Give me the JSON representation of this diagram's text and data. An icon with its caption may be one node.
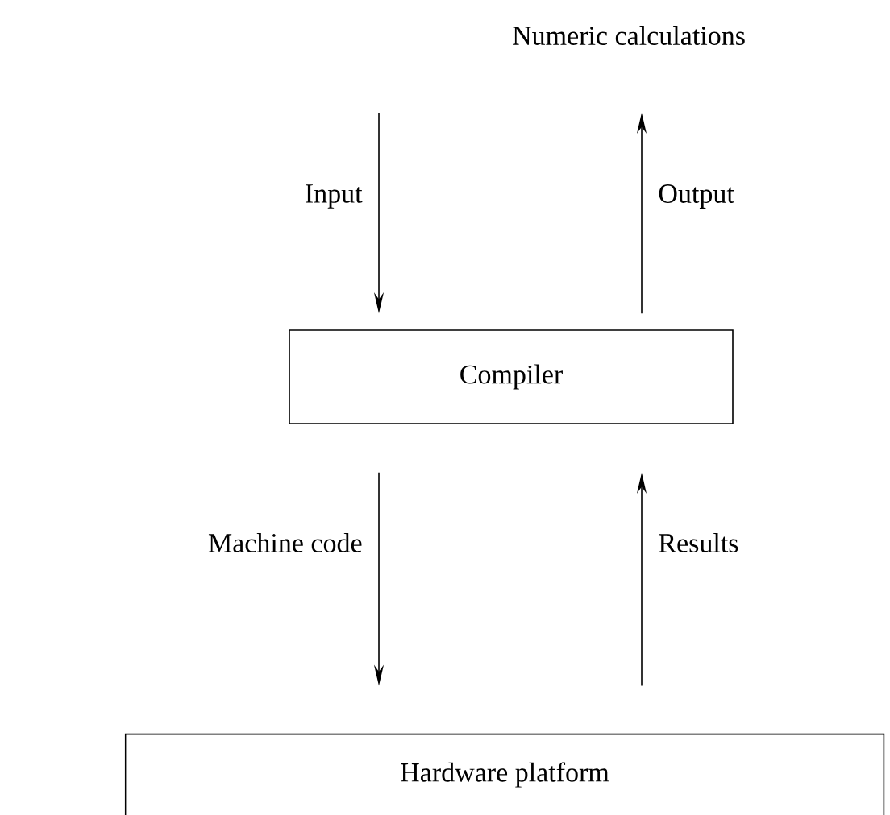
{
  "diagram": {
    "nodes": [
      {
        "text": [
          "Compiler"
        ]
      },
      {
        "text": [
          "Hardware platform"
        ]
      }
    ],
    "edges": [
      {
        "from": null,
        "to": 0,
        "arrow": "to",
        "label": "Input"
      },
      {
        "from": 0,
        "to": null,
        "arrow": "to",
        "label": "Output"
      },
      {
        "from": 0,
        "to": 1,
        "arrow": "to",
        "label": "Machine code"
      },
      {
        "from": 1,
        "to": 0,
        "arrow": "to",
        "label": "Results"
      }
    ],
    "labels": [
      "Numeric calculations"
    ]
  }
}
